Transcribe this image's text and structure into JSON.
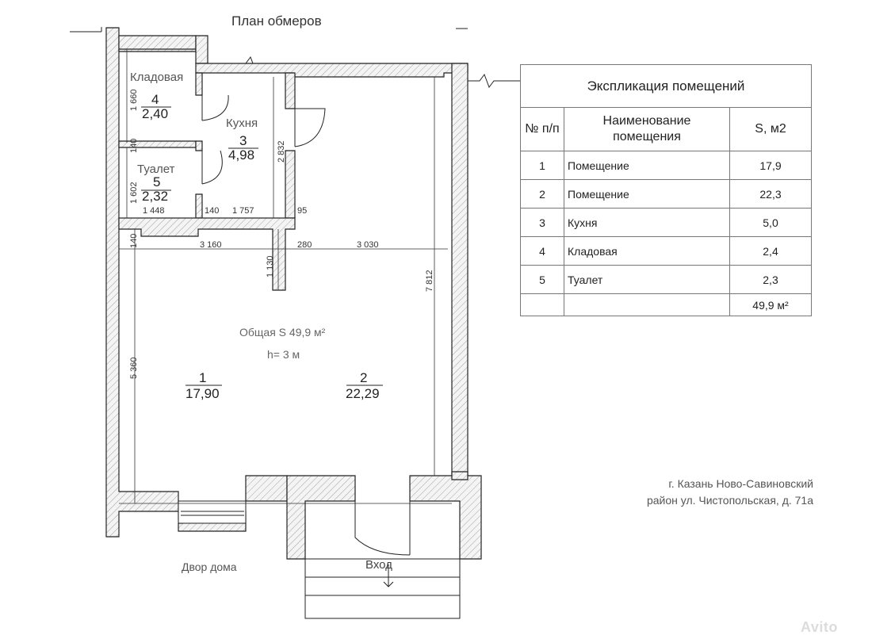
{
  "title": "План обмеров",
  "rooms": [
    {
      "name": "Кладовая",
      "num": "4",
      "area": "2,40"
    },
    {
      "name": "Кухня",
      "num": "3",
      "area": "4,98"
    },
    {
      "name": "Туалет",
      "num": "5",
      "area": "2,32"
    },
    {
      "name": "",
      "num": "1",
      "area": "17,90"
    },
    {
      "name": "",
      "num": "2",
      "area": "22,29"
    }
  ],
  "center": {
    "total": "Общая S 49,9 м²",
    "height": "h= 3 м"
  },
  "dimensions": {
    "d1660": "1 660",
    "d140a": "140",
    "d1602": "1 602",
    "d1448": "1 448",
    "d140b": "140",
    "d1757": "1 757",
    "d95": "95",
    "d2832": "2 832",
    "d140c": "140",
    "d3160": "3 160",
    "d280": "280",
    "d3030": "3 030",
    "d1130": "1 130",
    "d7812": "7 812",
    "d5360": "5 360"
  },
  "labels": {
    "yard": "Двор дома",
    "entrance": "Вход"
  },
  "explication": {
    "caption": "Экспликация помещений",
    "headers": [
      "№ п/п",
      "Наименование помещения",
      "S, м2"
    ],
    "rows": [
      [
        "1",
        "Помещение",
        "17,9"
      ],
      [
        "2",
        "Помещение",
        "22,3"
      ],
      [
        "3",
        "Кухня",
        "5,0"
      ],
      [
        "4",
        "Кладовая",
        "2,4"
      ],
      [
        "5",
        "Туалет",
        "2,3"
      ]
    ],
    "total": "49,9 м²"
  },
  "address": {
    "line1": "г. Казань Ново-Савиновский",
    "line2": "район ул. Чистопольская, д. 71а"
  },
  "watermark": "Avito"
}
